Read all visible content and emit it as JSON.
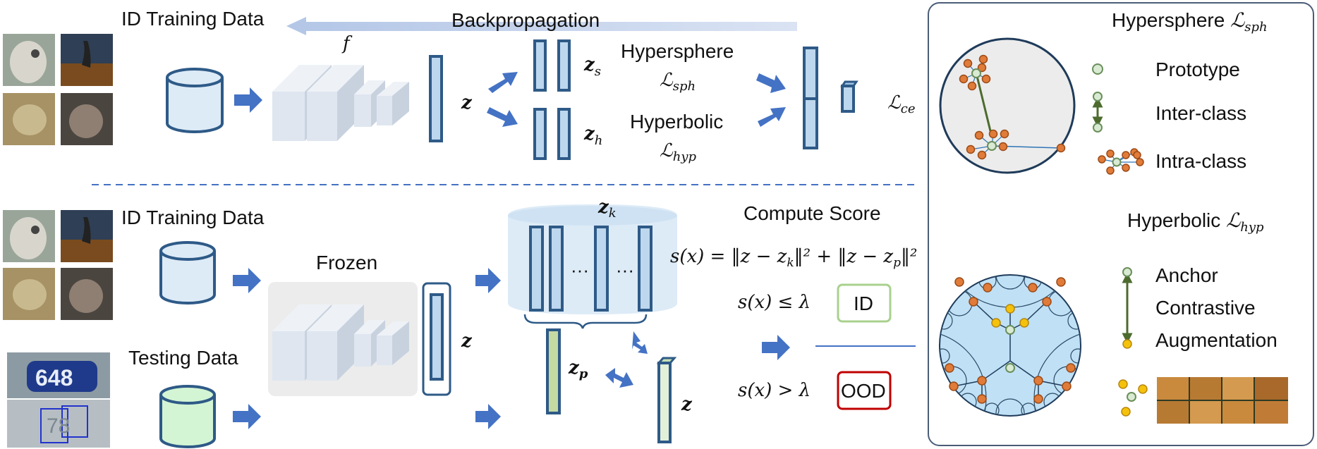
{
  "top": {
    "title": "ID Training Data",
    "backprop": "Backpropagation",
    "f": "f",
    "z": "z",
    "zs": "z",
    "zs_sub": "s",
    "zh": "z",
    "zh_sub": "h",
    "hypersphere": "Hypersphere",
    "l_sph": "ℒ",
    "l_sph_sub": "sph",
    "hyperbolic": "Hyperbolic",
    "l_hyp": "ℒ",
    "l_hyp_sub": "hyp",
    "l_ce": "ℒ",
    "l_ce_sub": "ce"
  },
  "bottom": {
    "title_id": "ID Training Data",
    "title_test": "Testing Data",
    "frozen": "Frozen",
    "zk": "z",
    "zk_sub": "k",
    "zp": "z",
    "zp_sub": "p",
    "z1": "z",
    "z2": "z",
    "dots1": "···",
    "dots2": "···",
    "compute": "Compute Score",
    "score_eq": "s(x) = ‖z − z",
    "score_k": "k",
    "score_mid": "‖² + ‖z − z",
    "score_p": "p",
    "score_end": "‖²",
    "cond_id": "s(x) ≤ λ",
    "cond_ood": "s(x) > λ",
    "id_label": "ID",
    "ood_label": "OOD",
    "house_a": "648",
    "house_b": "78"
  },
  "right": {
    "sph_title": "Hypersphere ",
    "sph_l": "ℒ",
    "sph_sub": "sph",
    "prototype": "Prototype",
    "inter": "Inter-class",
    "intra": "Intra-class",
    "hyp_title": "Hyperbolic ",
    "hyp_l": "ℒ",
    "hyp_sub": "hyp",
    "anchor": "Anchor",
    "contrastive": "Contrastive",
    "augmentation": "Augmentation"
  },
  "colors": {
    "vector_fill": "#bdd7ee",
    "vector_stroke": "#2e5a87",
    "arrow": "#4472c4",
    "id_box": "#a9d18e",
    "ood_box": "#c00000",
    "orange_point": "#e07b39",
    "gold_point": "#f4c20d",
    "poincare_fill": "#bfe0f5"
  }
}
